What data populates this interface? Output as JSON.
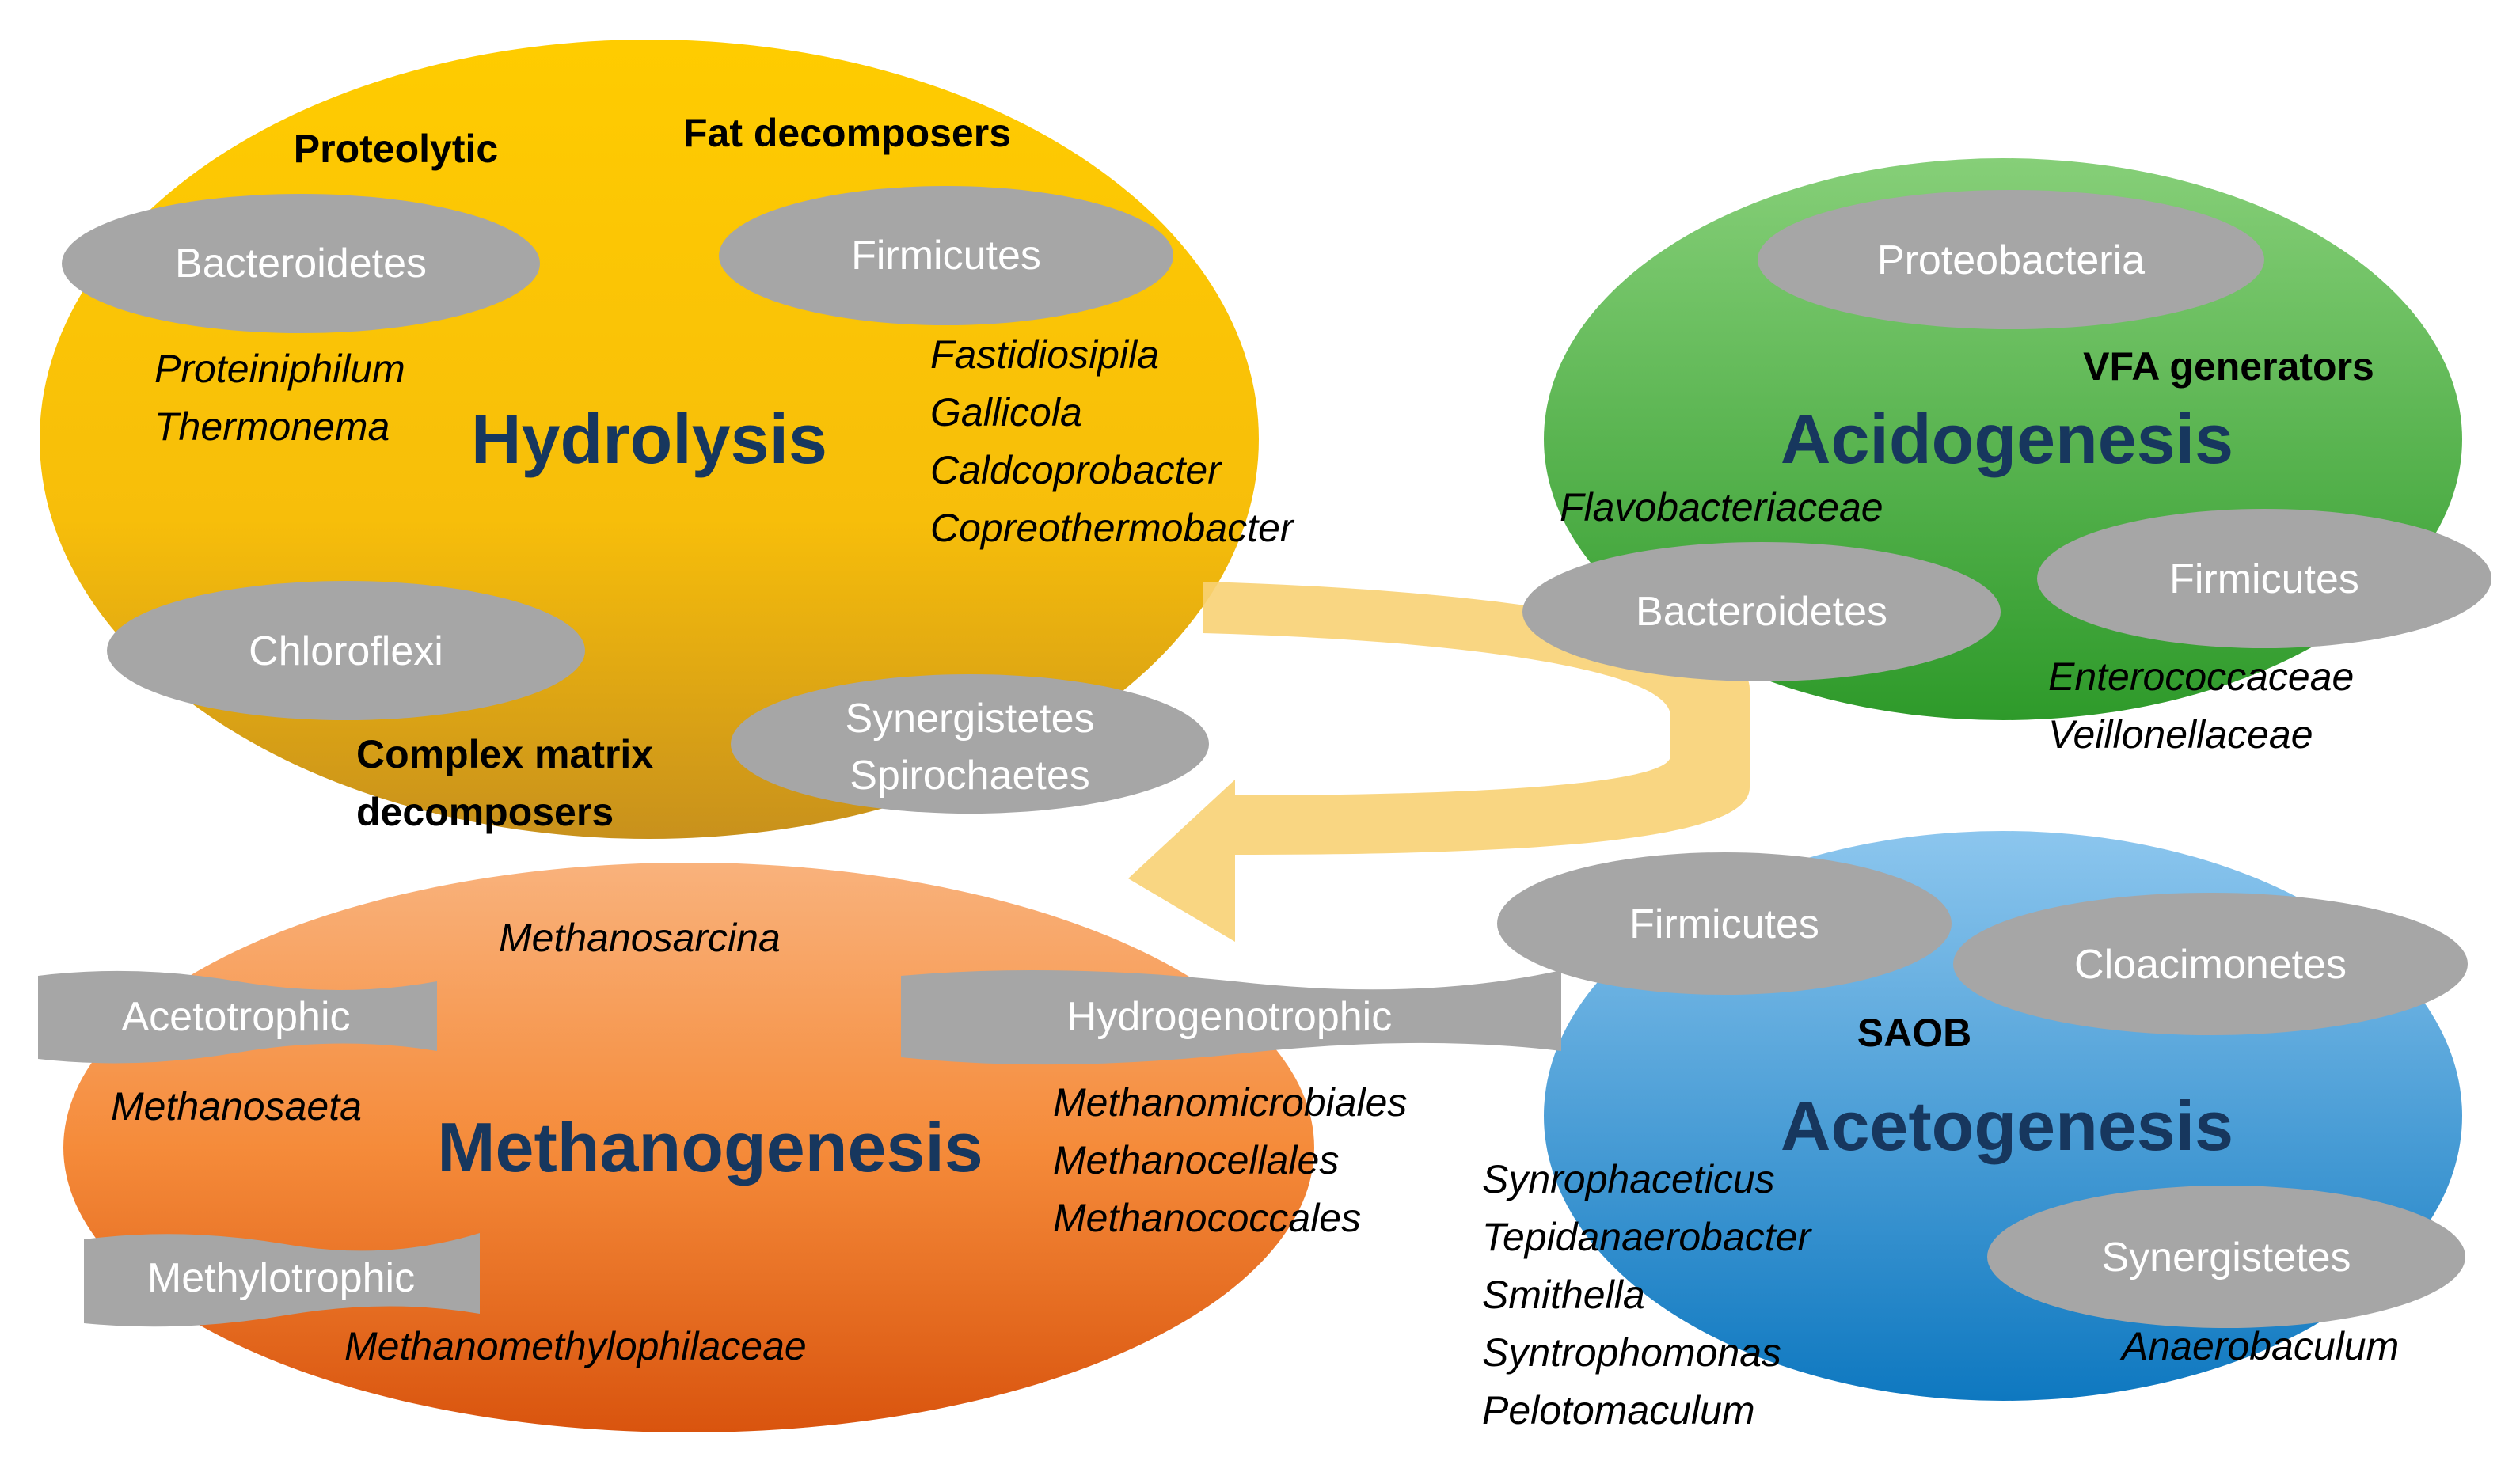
{
  "colors": {
    "hydrolysis_top": "#FFCC00",
    "hydrolysis_bottom": "#C8911C",
    "acidogenesis_top": "#7CC96E",
    "acidogenesis_bottom": "#2E9A2A",
    "acetogenesis_top": "#7DBDE9",
    "acetogenesis_bottom": "#0E78C0",
    "methanogenesis_top": "#F8AF78",
    "methanogenesis_bottom": "#E05A10",
    "phylum_pill": "#A6A6A6",
    "title_text": "#17375E",
    "flow_arrow": "#F8D274"
  },
  "hydrolysis": {
    "title": "Hydrolysis",
    "group_proteolytic": "Proteolytic",
    "group_fat": "Fat decomposers",
    "group_complex_line1": "Complex matrix",
    "group_complex_line2": "decomposers",
    "phylum_bacteroidetes": "Bacteroidetes",
    "phylum_firmicutes": "Firmicutes",
    "phylum_chloroflexi": "Chloroflexi",
    "phylum_synergistetes": "Synergistetes",
    "phylum_spirochaetes": "Spirochaetes",
    "genera_left": [
      "Proteiniphilum",
      "Thermonema"
    ],
    "genera_right": [
      "Fastidiosipila",
      "Gallicola",
      "Caldcoprobacter",
      "Copreothermobacter"
    ]
  },
  "acidogenesis": {
    "title": "Acidogenesis",
    "group_vfa": "VFA generators",
    "phylum_proteobacteria": "Proteobacteria",
    "phylum_bacteroidetes": "Bacteroidetes",
    "phylum_firmicutes": "Firmicutes",
    "family_flavo": "Flavobacteriaceae",
    "families_right": [
      "Enterococcaceae",
      "Veillonellaceae"
    ]
  },
  "acetogenesis": {
    "title": "Acetogenesis",
    "group_saob": "SAOB",
    "phylum_firmicutes": "Firmicutes",
    "phylum_cloacimonetes": "Cloacimonetes",
    "phylum_synergistetes": "Synergistetes",
    "genera_left": [
      "Synrophaceticus",
      "Tepidanaerobacter",
      "Smithella",
      "Syntrophomonas",
      "Pelotomaculum"
    ],
    "genus_anaerobaculum": "Anaerobaculum"
  },
  "methanogenesis": {
    "title": "Methanogenesis",
    "tag_acetotrophic": "Acetotrophic",
    "tag_hydrogenotrophic": "Hydrogenotrophic",
    "tag_methylotrophic": "Methylotrophic",
    "genus_methanosarcina": "Methanosarcina",
    "genus_methanosaeta": "Methanosaeta",
    "family_methanomethylophilaceae": "Methanomethylophilaceae",
    "orders_hydrogenotrophic": [
      "Methanomicrobiales",
      "Methanocellales",
      "Methanococcales"
    ]
  }
}
